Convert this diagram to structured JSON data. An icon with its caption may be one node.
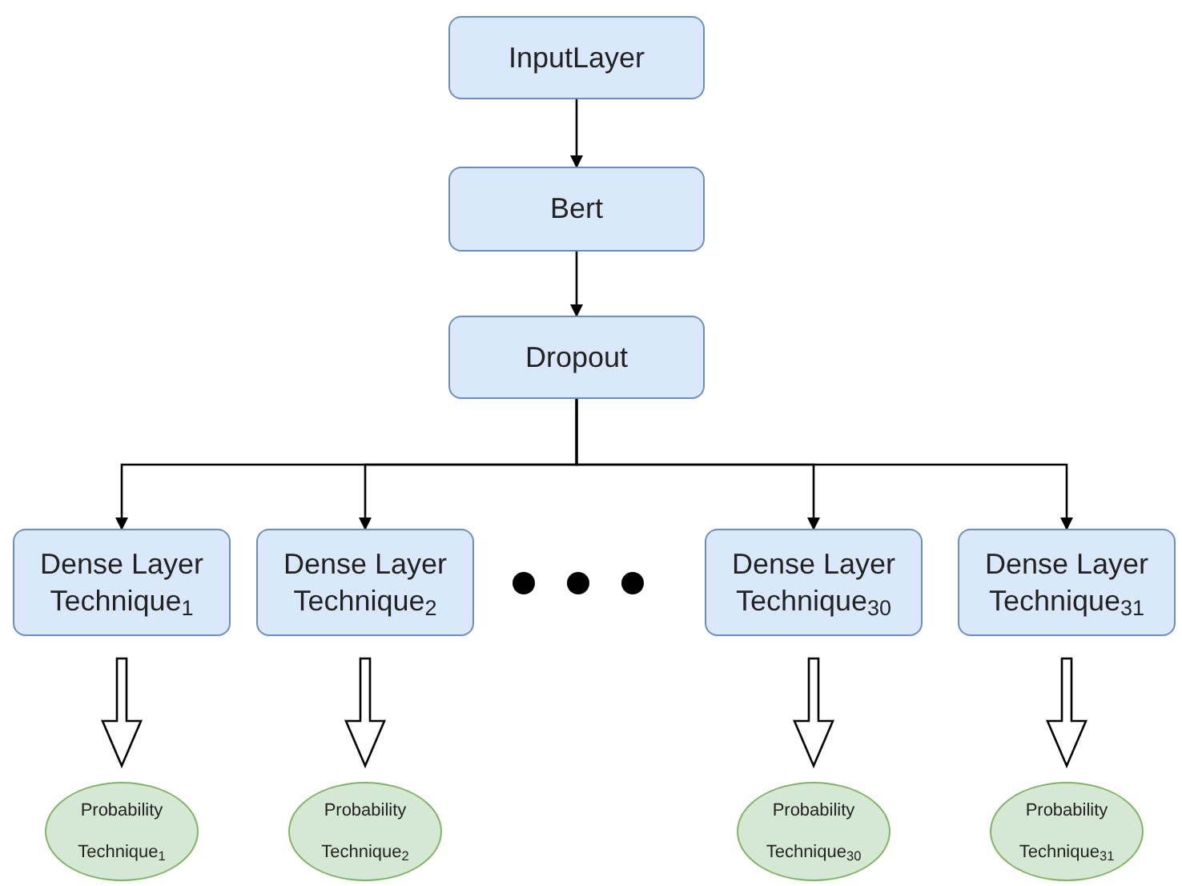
{
  "diagram": {
    "nodes": [
      {
        "text": [
          "InputLayer"
        ]
      },
      {
        "text": [
          "Bert"
        ]
      },
      {
        "text": [
          "Dropout"
        ]
      },
      {
        "text": [
          "Dense Layer Technique$_{1}$"
        ]
      },
      {
        "text": [
          "Dense Layer Technique$_{2}$"
        ]
      },
      {
        "text": [
          "Dense Layer Technique$_{30}$"
        ]
      },
      {
        "text": [
          "Dense Layer Technique$_{31}$"
        ]
      },
      {
        "text": [
          "Probability Technique$_{1}$"
        ]
      },
      {
        "text": [
          "Probability Technique$_{2}$"
        ]
      },
      {
        "text": [
          "Probability Technique$_{30}$"
        ]
      },
      {
        "text": [
          "Probability Technique$_{31}$"
        ]
      }
    ],
    "edges": [
      {
        "from": 0,
        "to": 1,
        "arrow": "to"
      },
      {
        "from": 1,
        "to": 2,
        "arrow": "to"
      },
      {
        "from": 2,
        "to": 3,
        "arrow": "to"
      },
      {
        "from": 2,
        "to": 4,
        "arrow": "to"
      },
      {
        "from": 2,
        "to": 5,
        "arrow": "to"
      },
      {
        "from": 2,
        "to": 6,
        "arrow": "to"
      },
      {
        "from": 3,
        "to": 7,
        "arrow": "to",
        "style": "thick"
      },
      {
        "from": 4,
        "to": 8,
        "arrow": "to",
        "style": "thick"
      },
      {
        "from": 5,
        "to": 9,
        "arrow": "to",
        "style": "thick"
      },
      {
        "from": 6,
        "to": 10,
        "arrow": "to",
        "style": "thick"
      }
    ]
  }
}
